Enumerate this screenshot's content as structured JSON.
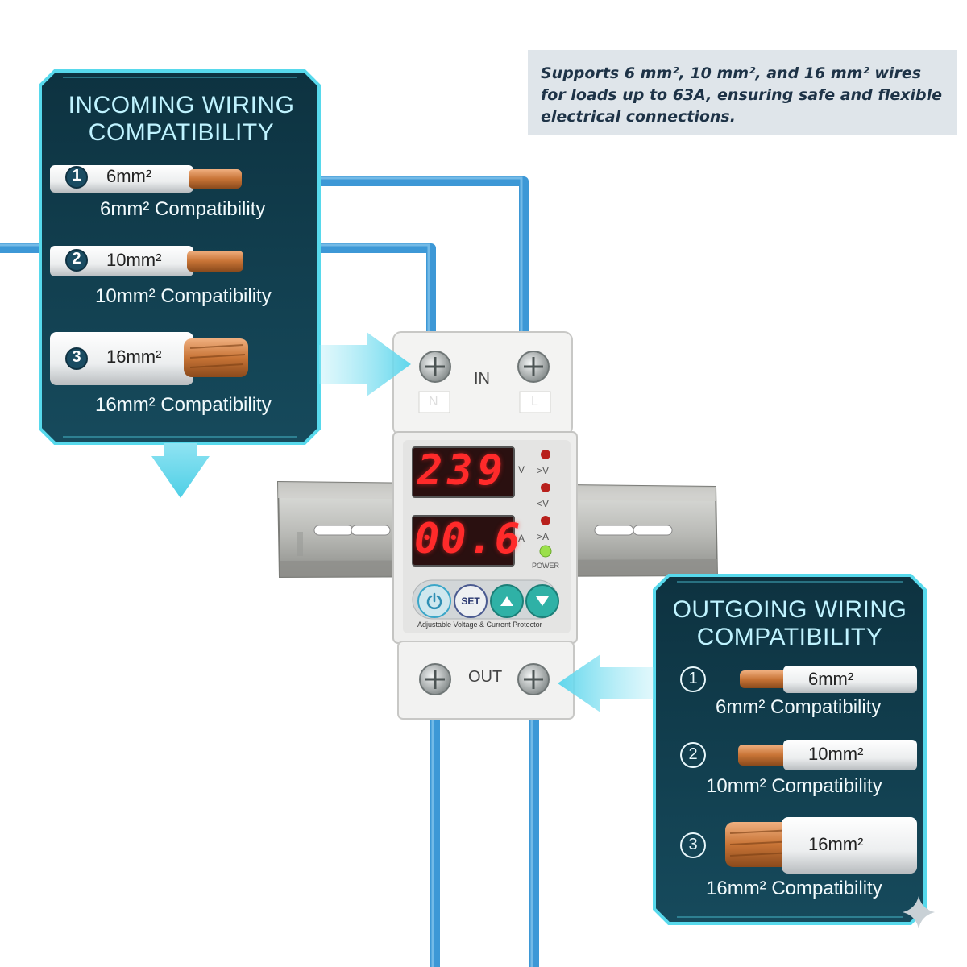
{
  "incoming_panel": {
    "title_line1": "INCOMING WIRING",
    "title_line2": "COMPATIBILITY",
    "items": [
      {
        "number": "1",
        "size": "6mm²",
        "label": "6mm² Compatibility"
      },
      {
        "number": "2",
        "size": "10mm²",
        "label": "10mm² Compatibility"
      },
      {
        "number": "3",
        "size": "16mm²",
        "label": "16mm² Compatibility"
      }
    ]
  },
  "outgoing_panel": {
    "title_line1": "OUTGOING WIRING",
    "title_line2": "COMPATIBILITY",
    "items": [
      {
        "number": "1",
        "size": "6mm²",
        "label": "6mm² Compatibility"
      },
      {
        "number": "2",
        "size": "10mm²",
        "label": "10mm² Compatibility"
      },
      {
        "number": "3",
        "size": "16mm²",
        "label": "16mm² Compatibility"
      }
    ]
  },
  "note": "Supports 6 mm², 10 mm², and 16 mm² wires for loads up to 63A, ensuring safe and flexible electrical connections.",
  "device": {
    "in_label": "IN",
    "out_label": "OUT",
    "terminal_n": "N",
    "terminal_l": "L",
    "voltage_reading": "239",
    "current_reading": "00.6",
    "voltage_unit": "V",
    "current_unit": "A",
    "indicator_over_v": ">V",
    "indicator_under_v": "<V",
    "indicator_over_a": ">A",
    "power_label": "POWER",
    "set_button": "SET",
    "product_name": "Adjustable Voltage & Current Protector"
  },
  "colors": {
    "panel_bg": "#0f3a4a",
    "panel_glow": "#57d9ec",
    "wire_blue": "#3d98d6",
    "led_red": "#ff2a2a",
    "power_led": "#9be04a"
  },
  "icons": [
    "power-icon",
    "up-arrow-icon",
    "down-arrow-icon",
    "sparkle-icon"
  ]
}
